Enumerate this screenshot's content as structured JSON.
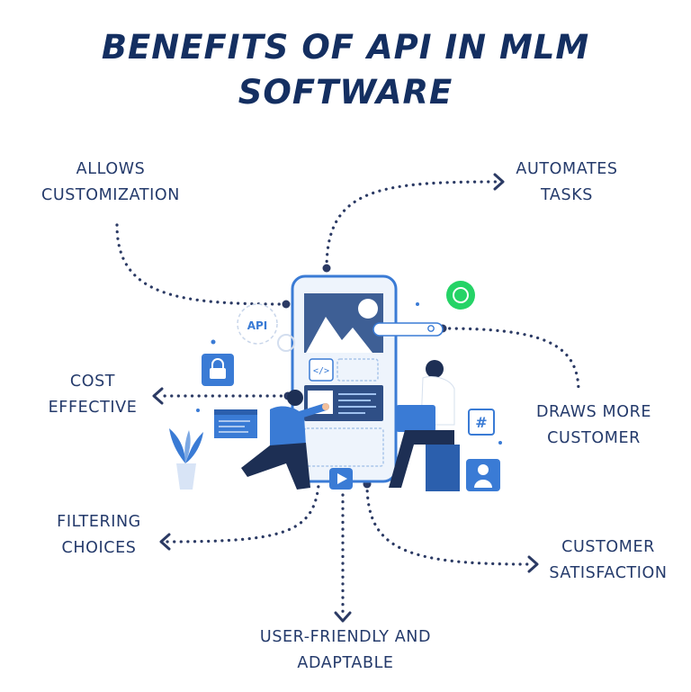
{
  "title": {
    "line1": "BENEFITS OF API IN MLM",
    "line2": "SOFTWARE"
  },
  "benefits": [
    {
      "line1": "ALLOWS",
      "line2": "CUSTOMIZATION"
    },
    {
      "line1": "AUTOMATES",
      "line2": "TASKS"
    },
    {
      "line1": "COST",
      "line2": "EFFECTIVE"
    },
    {
      "line1": "DRAWS MORE",
      "line2": "CUSTOMER"
    },
    {
      "line1": "FILTERING",
      "line2": "CHOICES"
    },
    {
      "line1": "CUSTOMER",
      "line2": "SATISFACTION"
    },
    {
      "line1": "USER-FRIENDLY AND",
      "line2": "ADAPTABLE"
    }
  ],
  "illustration": {
    "api_label": "API",
    "hash_label": "#",
    "code_label": "</>"
  },
  "colors": {
    "title": "#142f61",
    "text": "#243a6b",
    "connector": "#2b3a64",
    "accent": "#3a7bd5",
    "whatsapp": "#25d366"
  }
}
